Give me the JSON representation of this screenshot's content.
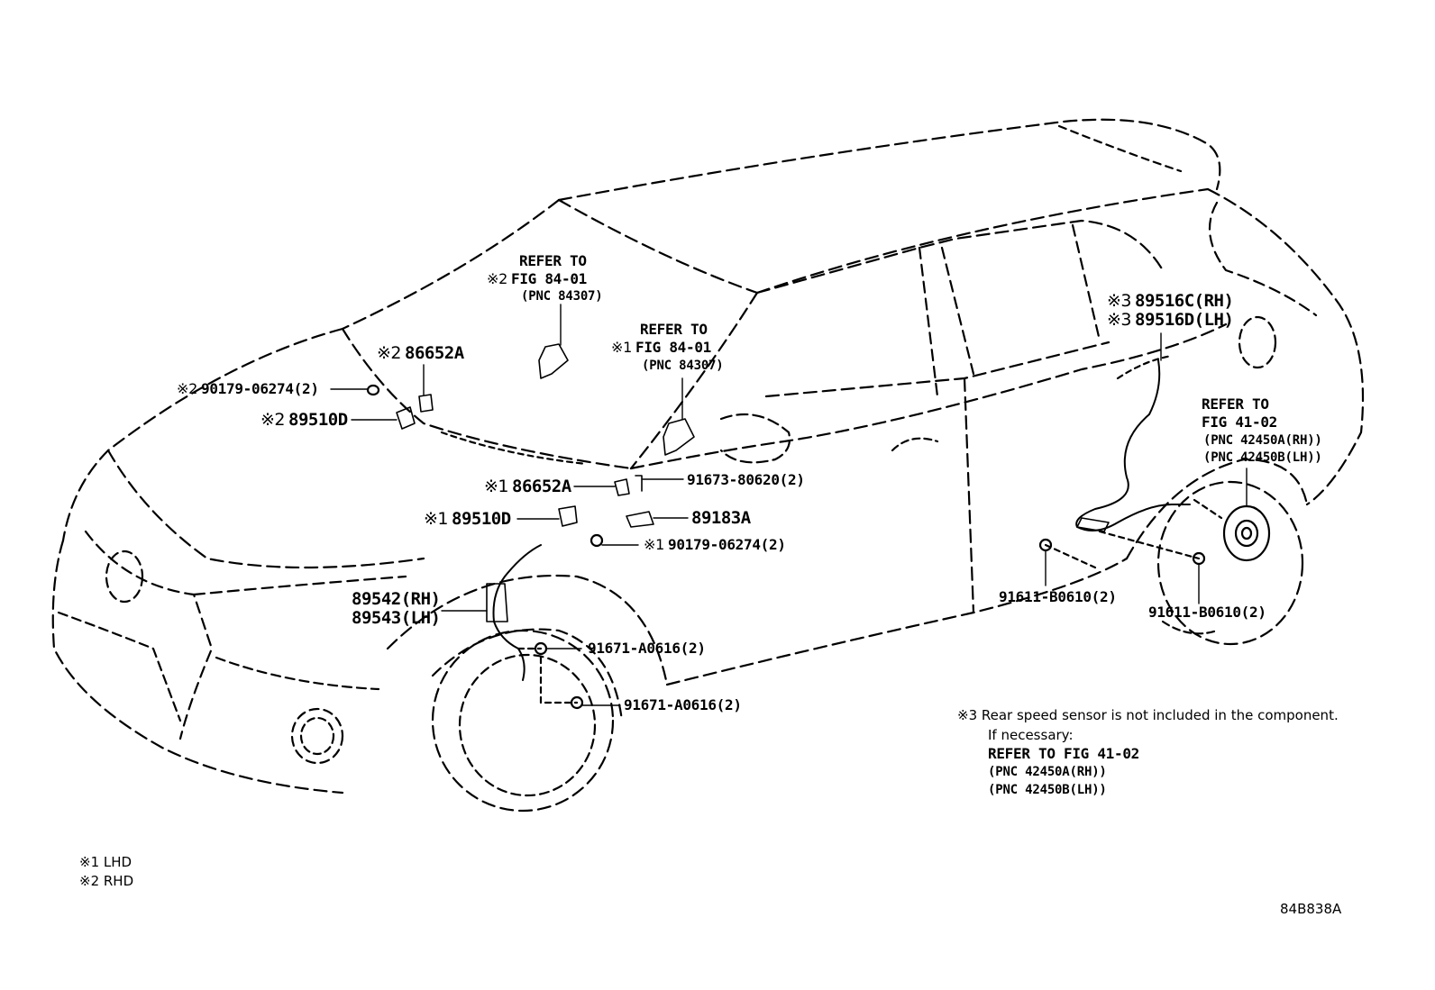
{
  "callouts": {
    "refer1": {
      "line1": "REFER TO",
      "mark": "※2",
      "line2": "FIG 84-01",
      "line3": "(PNC 84307)"
    },
    "refer2": {
      "line1": "REFER TO",
      "mark": "※1",
      "line2": "FIG 84-01",
      "line3": "(PNC 84307)"
    },
    "refer3": {
      "line1": "REFER TO",
      "line2": "FIG 41-02",
      "line3": "(PNC 42450A(RH))",
      "line4": "(PNC 42450B(LH))"
    },
    "p86652a_rhd": {
      "mark": "※2",
      "part": "86652A"
    },
    "p90179_rhd": {
      "mark": "※2",
      "part": "90179-06274(2)"
    },
    "p89510d_rhd": {
      "mark": "※2",
      "part": "89510D"
    },
    "p89516c": {
      "mark": "※3",
      "part": "89516C(RH)"
    },
    "p89516d": {
      "mark": "※3",
      "part": "89516D(LH)"
    },
    "p91673": {
      "part": "91673-80620(2)"
    },
    "p86652a_lhd": {
      "mark": "※1",
      "part": "86652A"
    },
    "p89183a": {
      "part": "89183A"
    },
    "p89510d_lhd": {
      "mark": "※1",
      "part": "89510D"
    },
    "p90179_lhd": {
      "mark": "※1",
      "part": "90179-06274(2)"
    },
    "p89542": {
      "part": "89542(RH)"
    },
    "p89543": {
      "part": "89543(LH)"
    },
    "p91671a": {
      "part": "91671-A0616(2)"
    },
    "p91671b": {
      "part": "91671-A0616(2)"
    },
    "p91611a": {
      "part": "91611-B0610(2)"
    },
    "p91611b": {
      "part": "91611-B0610(2)"
    }
  },
  "notes": {
    "n3": "※3 Rear speed sensor is not included in the component.",
    "n3b": "If necessary:",
    "n3c": "REFER TO FIG 41-02",
    "n3d": "(PNC 42450A(RH))",
    "n3e": "(PNC 42450B(LH))",
    "lhd": "※1 LHD",
    "rhd": "※2 RHD"
  },
  "figure_id": "84B838A"
}
